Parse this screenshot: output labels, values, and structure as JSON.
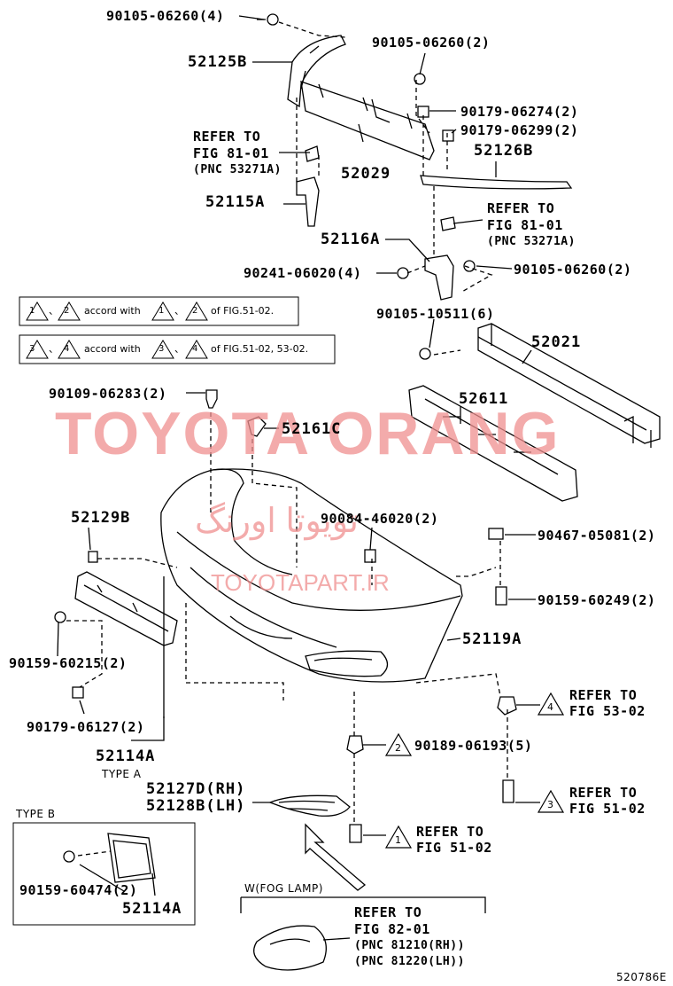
{
  "labels": {
    "p90105_06260_4": "90105-06260(4)",
    "p90105_06260_2a": "90105-06260(2)",
    "p52125b": "52125B",
    "p90179_06274": "90179-06274(2)",
    "p90179_06299": "90179-06299(2)",
    "p52126b": "52126B",
    "refer1_a": "REFER TO",
    "refer1_b": "FIG 81-01",
    "refer1_c": "(PNC 53271A)",
    "p52029": "52029",
    "p52115a": "52115A",
    "refer2_a": "REFER TO",
    "refer2_b": "FIG 81-01",
    "refer2_c": "(PNC 53271A)",
    "p52116a": "52116A",
    "p90241_06020": "90241-06020(4)",
    "p90105_06260_2b": "90105-06260(2)",
    "p90105_10511": "90105-10511(6)",
    "p52021": "52021",
    "p90109_06283": "90109-06283(2)",
    "p52611": "52611",
    "p52161c": "52161C",
    "p52129b": "52129B",
    "p90084_46020": "90084-46020(2)",
    "p90467_05081": "90467-05081(2)",
    "p90159_60249": "90159-60249(2)",
    "p90159_60215": "90159-60215(2)",
    "p52119a": "52119A",
    "refer3_a": "REFER TO",
    "refer3_b": "FIG 53-02",
    "p90179_06127": "90179-06127(2)",
    "p90189_06193": "90189-06193(5)",
    "p52114a": "52114A",
    "type_a": "TYPE A",
    "p52127d": "52127D(RH)",
    "p52128b": "52128B(LH)",
    "refer4_a": "REFER TO",
    "refer4_b": "FIG 51-02",
    "type_b": "TYPE B",
    "refer5_a": "REFER TO",
    "refer5_b": "FIG 51-02",
    "p90159_60474": "90159-60474(2)",
    "p52114a_b": "52114A",
    "w_fog": "W(FOG LAMP)",
    "refer6_a": "REFER TO",
    "refer6_b": "FIG 82-01",
    "refer6_c": "(PNC 81210(RH))",
    "refer6_d": "(PNC 81220(LH))",
    "diagram_id": "520786E"
  },
  "notes": {
    "note1_sep": "、",
    "note1_text": "accord with",
    "note1_tail": "of FIG.51-02.",
    "note2_sep": "、",
    "note2_text": "accord with",
    "note2_tail": "of FIG.51-02, 53-02."
  },
  "callouts": {
    "c1": "1",
    "c2": "2",
    "c3": "3",
    "c4": "4"
  },
  "watermark": {
    "main": "TOYOTA ORANG",
    "persian": "تویوتا اورنگ",
    "site": "TOYOTAPART.IR"
  },
  "colors": {
    "watermark": "#f09090",
    "line": "#000000"
  }
}
